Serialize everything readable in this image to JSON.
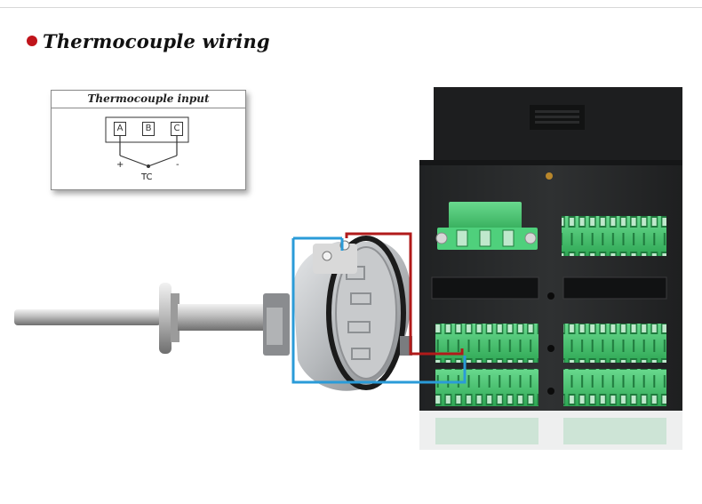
{
  "heading": {
    "text": "Thermocouple wiring",
    "bullet_color": "#c0141b"
  },
  "legend": {
    "title": "Thermocouple input",
    "terminals": [
      "A",
      "B",
      "C"
    ],
    "plus": "+",
    "minus": "-",
    "sensor_label": "TC"
  },
  "wires": {
    "positive_color": "#b11a1a",
    "negative_color": "#2a9bd8"
  },
  "colors": {
    "controller_body": "#2b2d2e",
    "terminal_green": "#3fc46b",
    "sensor_head": "#b9bcbf"
  }
}
